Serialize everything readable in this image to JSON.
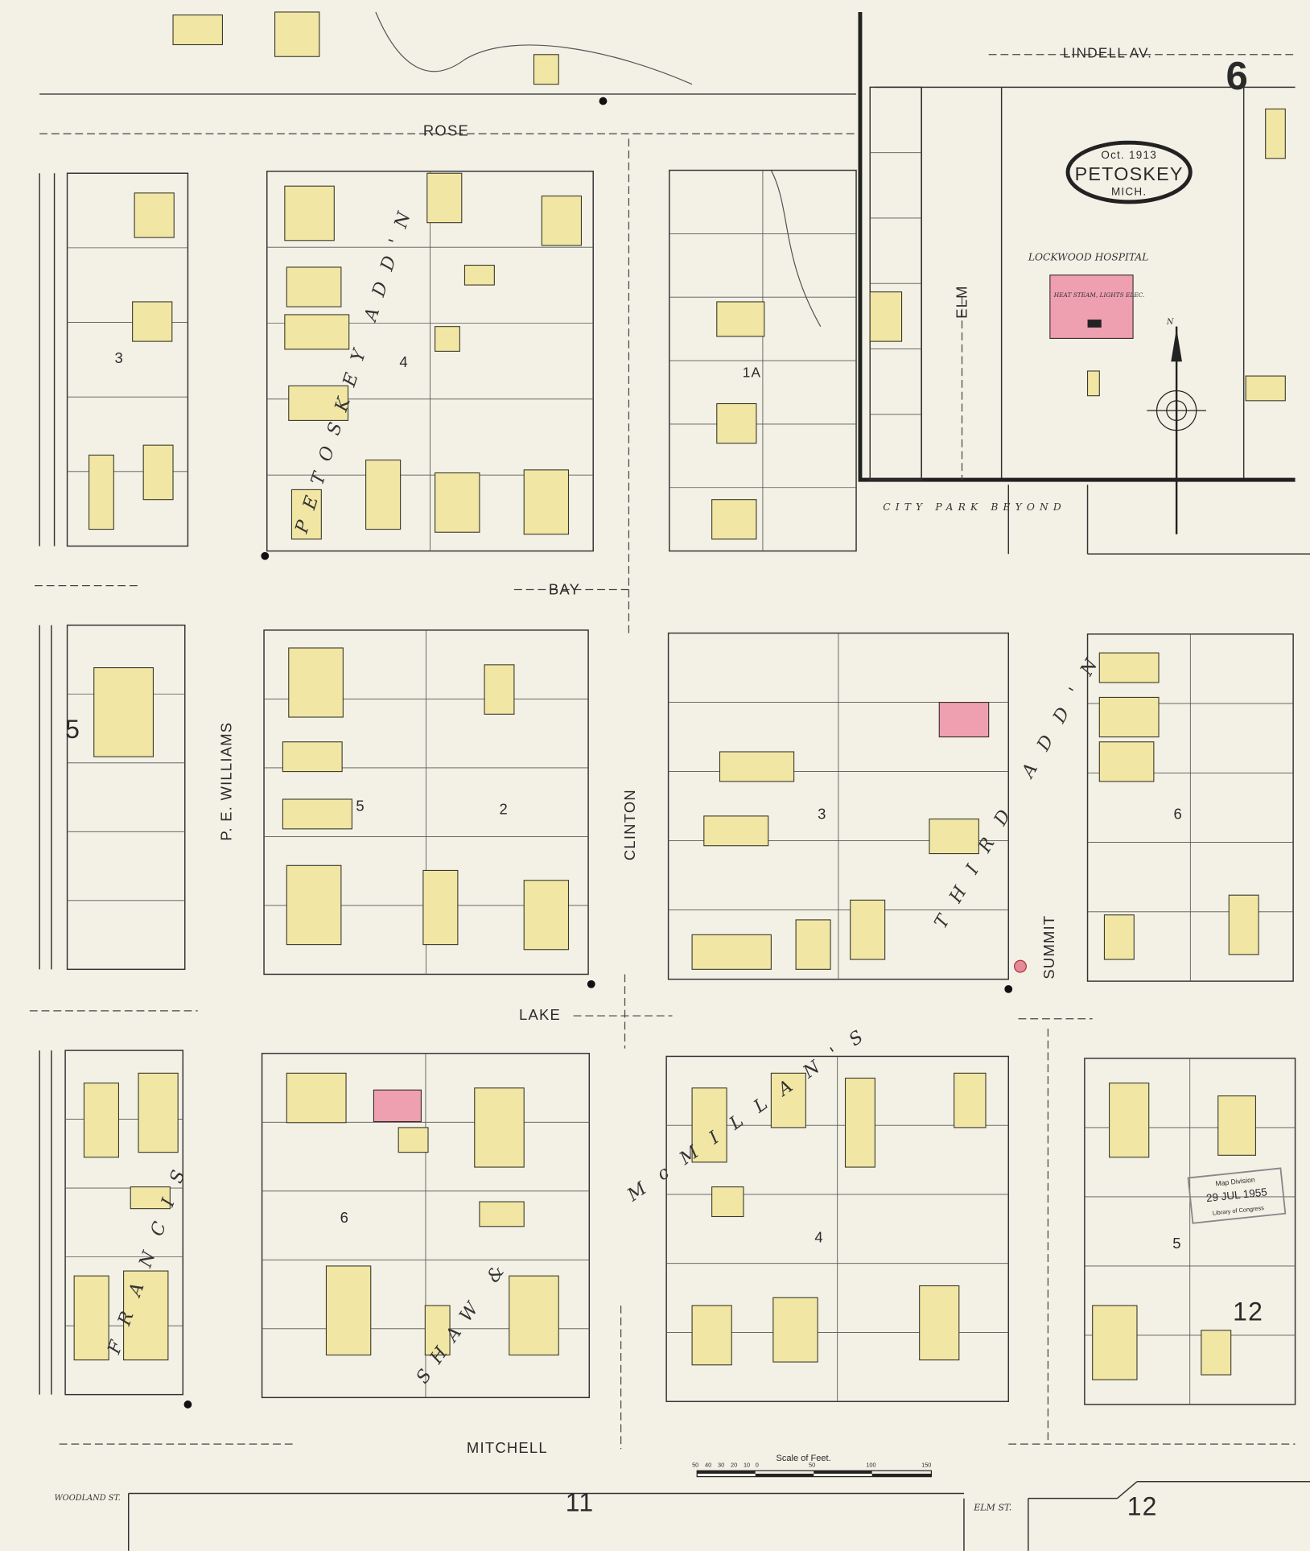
{
  "sheet": {
    "number": "6",
    "adjacent_sheets": [
      "5",
      "11",
      "12",
      "12"
    ]
  },
  "title": {
    "date": "Oct. 1913",
    "city": "PETOSKEY",
    "state": "MICH."
  },
  "streets": {
    "lindell": "LINDELL AV.",
    "rose": "ROSE",
    "bay": "BAY",
    "lake": "LAKE",
    "mitchell": "MITCHELL",
    "clinton": "CLINTON",
    "summit": "SUMMIT",
    "elm": "ELM",
    "williams": "P. E. WILLIAMS",
    "woodland": "WOODLAND ST.",
    "elm_st": "ELM ST."
  },
  "additions": {
    "top": "PETOSKEY ADD'N",
    "third": "THIRD ADD'N",
    "mcmillans": "McMILLAN'S",
    "francis": "FRANCIS",
    "shaw": "SHAW &"
  },
  "labels": {
    "hospital": "LOCKWOOD HOSPITAL",
    "hospital_note": "HEAT STEAM, LIGHTS ELEC.",
    "city_park": "CITY PARK BEYOND",
    "north": "N"
  },
  "block_numbers": [
    "3",
    "4",
    "1A",
    "5",
    "2",
    "3",
    "6",
    "6",
    "4",
    "5"
  ],
  "scale": {
    "title": "Scale of Feet.",
    "ticks": [
      "50",
      "40",
      "30",
      "20",
      "10",
      "0",
      "50",
      "100",
      "150"
    ]
  },
  "stamp": {
    "line1": "Map Division",
    "line2": "29 JUL 1955",
    "line3": "Library of Congress"
  },
  "colors": {
    "paper": "#f3f1e6",
    "frame_dwelling": "#f1e6a4",
    "brick": "#ee9fb0",
    "ink": "#2a2a2a"
  }
}
